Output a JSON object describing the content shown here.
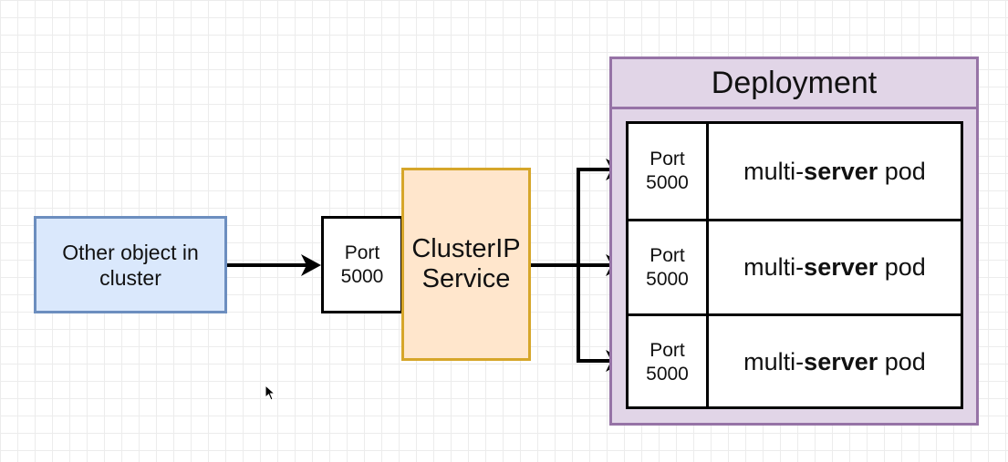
{
  "other_object": {
    "label_line1": "Other object in",
    "label_line2": "cluster"
  },
  "service_port": {
    "label": "Port",
    "value": "5000"
  },
  "service": {
    "line1": "ClusterIP",
    "line2": "Service"
  },
  "deployment": {
    "title": "Deployment"
  },
  "pods": [
    {
      "port_label": "Port",
      "port_value": "5000",
      "name_prefix": "multi-",
      "name_bold": "server",
      "name_suffix": " pod"
    },
    {
      "port_label": "Port",
      "port_value": "5000",
      "name_prefix": "multi-",
      "name_bold": "server",
      "name_suffix": " pod"
    },
    {
      "port_label": "Port",
      "port_value": "5000",
      "name_prefix": "multi-",
      "name_bold": "server",
      "name_suffix": " pod"
    }
  ],
  "colors": {
    "other_fill": "#dae8fc",
    "other_stroke": "#6c8ebf",
    "service_fill": "#ffe6cc",
    "service_stroke": "#d6a62a",
    "deployment_fill": "#e1d5e7",
    "deployment_stroke": "#9673a6"
  }
}
